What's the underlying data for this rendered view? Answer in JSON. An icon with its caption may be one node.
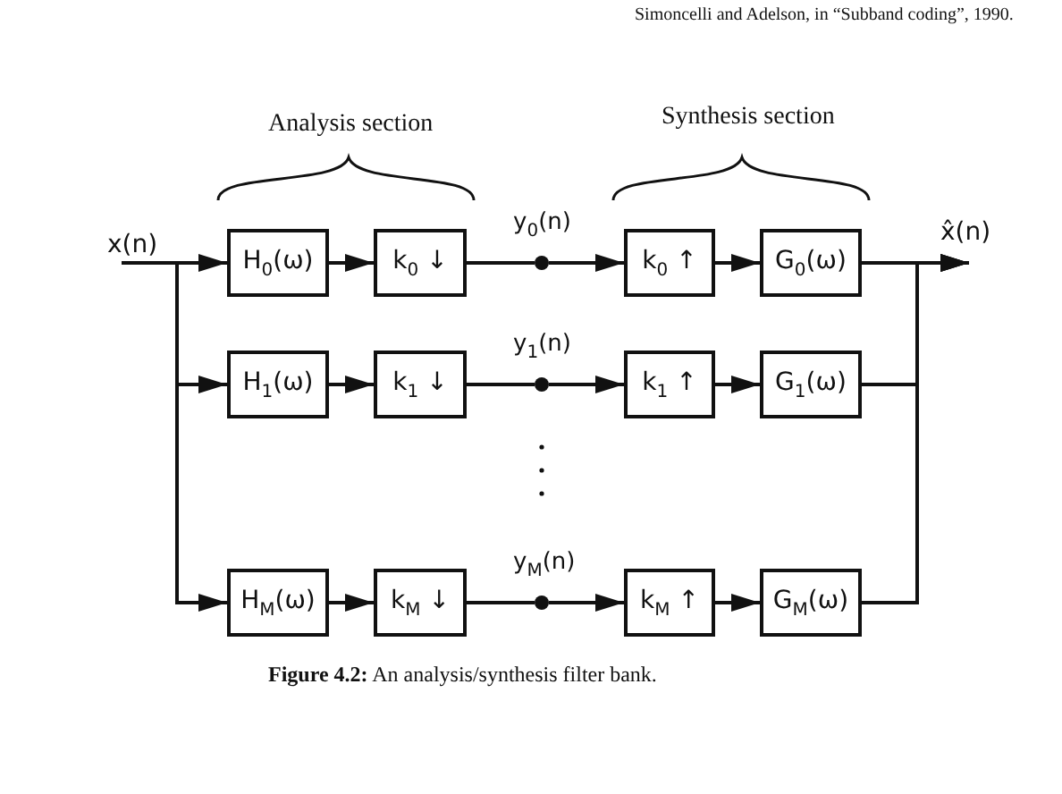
{
  "diagram": {
    "caption": "**Figure 4.2:** An analysis/synthesis filter bank.",
    "nodes": [
      {
        "text": [
          "x(n)"
        ]
      },
      {
        "text": [
          "H$_{0}$(ω)"
        ]
      },
      {
        "text": [
          "k$_{0}$ ↓"
        ]
      },
      {
        "text": [],
        "shape": "circle",
        "beside": [
          "y$_{0}$(n)"
        ]
      },
      {
        "text": [
          "k$_{0}$ ↑"
        ]
      },
      {
        "text": [
          "G$_{0}$(ω)"
        ]
      },
      {
        "text": [
          "x̂(n)"
        ]
      },
      {
        "text": [
          "H$_{1}$(ω)"
        ]
      },
      {
        "text": [
          "k$_{1}$ ↓"
        ]
      },
      {
        "text": [],
        "shape": "circle",
        "beside": [
          "y$_{1}$(n)"
        ]
      },
      {
        "text": [
          "k$_{1}$ ↑"
        ]
      },
      {
        "text": [
          "G$_{1}$(ω)"
        ]
      },
      {
        "text": [
          "H$_{M}$(ω)"
        ]
      },
      {
        "text": [
          "k$_{M}$ ↓"
        ]
      },
      {
        "text": [],
        "shape": "circle",
        "beside": [
          "y$_{M}$(n)"
        ]
      },
      {
        "text": [
          "k$_{M}$ ↑"
        ]
      },
      {
        "text": [
          "G$_{M}$(ω)"
        ]
      }
    ],
    "edges": [
      {
        "from": 0,
        "to": 1,
        "arrow": "to"
      },
      {
        "from": 1,
        "to": 2,
        "arrow": "to"
      },
      {
        "from": 2,
        "to": 3,
        "arrow": "none"
      },
      {
        "from": 3,
        "to": 4,
        "arrow": "to"
      },
      {
        "from": 4,
        "to": 5,
        "arrow": "to"
      },
      {
        "from": 5,
        "to": 6,
        "arrow": "to"
      },
      {
        "from": 0,
        "to": 7,
        "arrow": "to"
      },
      {
        "from": 7,
        "to": 8,
        "arrow": "to"
      },
      {
        "from": 8,
        "to": 9,
        "arrow": "none"
      },
      {
        "from": 9,
        "to": 10,
        "arrow": "to"
      },
      {
        "from": 10,
        "to": 11,
        "arrow": "to"
      },
      {
        "from": 11,
        "to": 6,
        "arrow": "to"
      },
      {
        "from": 0,
        "to": 12,
        "arrow": "to"
      },
      {
        "from": 12,
        "to": 13,
        "arrow": "to"
      },
      {
        "from": 13,
        "to": 14,
        "arrow": "none"
      },
      {
        "from": 14,
        "to": 15,
        "arrow": "to"
      },
      {
        "from": 15,
        "to": 16,
        "arrow": "to"
      },
      {
        "from": 16,
        "to": 6,
        "arrow": "to"
      }
    ],
    "labels": [
      "Simoncelli and Adelson, in “Subband coding”, 1990.",
      "Analysis section",
      "Synthesis section"
    ]
  }
}
